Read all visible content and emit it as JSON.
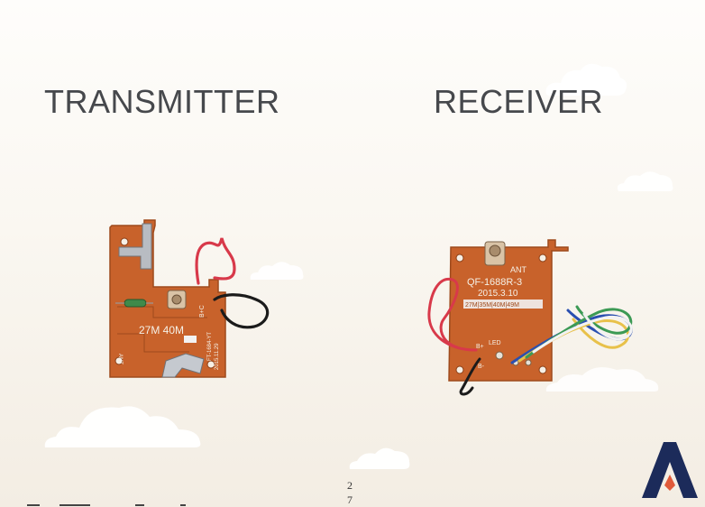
{
  "slide": {
    "transmitter_title": "TRANSMITTER",
    "receiver_title": "RECEIVER",
    "page_number_line1": "2",
    "page_number_line2": "7"
  },
  "transmitter_board": {
    "freq_label": "27M 40M",
    "side_label": "B+C",
    "serial_label": "FT-1684-YT",
    "date_label": "2015.11.29",
    "ant_label": "ANT",
    "wire_color": "#d8394a"
  },
  "receiver_board": {
    "ant_label": "ANT",
    "model_label": "QF-1688R-3",
    "date_label": "2015.3.10",
    "freq_options": "27M|35M|40M|49M",
    "led_label": "LED",
    "bplus_label": "B+",
    "bminus_label": "B-",
    "wire_colors": [
      "#d8394a",
      "#1b1b1b",
      "#2a4fb0",
      "#e8c14a",
      "#3c9a55",
      "#f2f2f2"
    ]
  },
  "colors": {
    "heading": "#46484c",
    "pcb": "#c8622b",
    "pcb_dark": "#9e4a1c",
    "logo_navy": "#1c2b5a",
    "logo_accent": "#e05a3a"
  },
  "icons": {
    "logo": "letter-a-logo-icon",
    "cloud": "cloud-icon"
  }
}
